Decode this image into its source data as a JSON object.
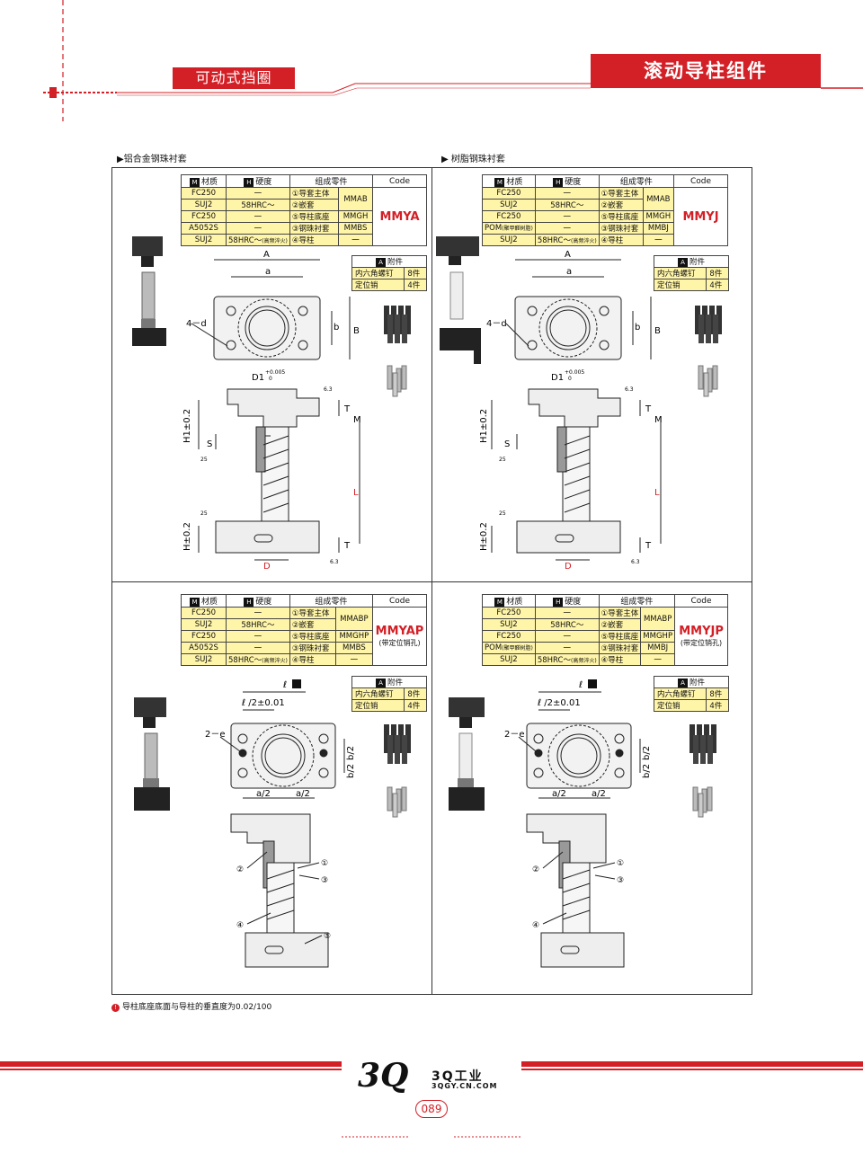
{
  "header": {
    "left_tab": "可动式挡圈",
    "right_title": "滚动导柱组件"
  },
  "sections": {
    "left_caption": "▶铝合金钢珠衬套",
    "right_caption": "▶ 树脂钢珠衬套"
  },
  "table_head": {
    "material": "材质",
    "hardness": "硬度",
    "parts": "组成零件",
    "code": "Code",
    "m": "M",
    "h": "H"
  },
  "panels": {
    "tl": {
      "rows": [
        [
          "FC250",
          "一",
          "①导套主体"
        ],
        [
          "SUJ2",
          "58HRC～",
          "②嵌套"
        ],
        [
          "FC250",
          "一",
          "⑤导柱底座"
        ],
        [
          "A5052S",
          "一",
          "③钢珠衬套"
        ],
        [
          "SUJ2",
          "58HRC～",
          "④导柱"
        ]
      ],
      "hrc_note": "(高频淬火)",
      "codes": [
        "MMAB",
        "MMGH",
        "MMBS",
        "一"
      ],
      "main_code": "MMYA",
      "code_note": ""
    },
    "tr": {
      "rows": [
        [
          "FC250",
          "一",
          "①导套主体"
        ],
        [
          "SUJ2",
          "58HRC～",
          "②嵌套"
        ],
        [
          "FC250",
          "一",
          "⑤导柱底座"
        ],
        [
          "POM",
          "一",
          "③钢珠衬套"
        ],
        [
          "SUJ2",
          "58HRC～",
          "④导柱"
        ]
      ],
      "pom_note": "(聚甲醛树脂)",
      "hrc_note": "(高频淬火)",
      "codes": [
        "MMAB",
        "MMGH",
        "MMBJ",
        "一"
      ],
      "main_code": "MMYJ",
      "code_note": ""
    },
    "bl": {
      "rows": [
        [
          "FC250",
          "一",
          "①导套主体"
        ],
        [
          "SUJ2",
          "58HRC～",
          "②嵌套"
        ],
        [
          "FC250",
          "一",
          "⑤导柱底座"
        ],
        [
          "A5052S",
          "一",
          "③钢珠衬套"
        ],
        [
          "SUJ2",
          "58HRC～",
          "④导柱"
        ]
      ],
      "hrc_note": "(高频淬火)",
      "codes": [
        "MMABP",
        "MMGHP",
        "MMBS",
        "一"
      ],
      "main_code": "MMYAP",
      "code_note": "(带定位销孔)"
    },
    "br": {
      "rows": [
        [
          "FC250",
          "一",
          "①导套主体"
        ],
        [
          "SUJ2",
          "58HRC～",
          "②嵌套"
        ],
        [
          "FC250",
          "一",
          "⑤导柱底座"
        ],
        [
          "POM",
          "一",
          "③钢珠衬套"
        ],
        [
          "SUJ2",
          "58HRC～",
          "④导柱"
        ]
      ],
      "pom_note": "(聚甲醛树脂)",
      "hrc_note": "(高频淬火)",
      "codes": [
        "MMABP",
        "MMGHP",
        "MMBJ",
        "一"
      ],
      "main_code": "MMYJP",
      "code_note": "(带定位销孔)"
    }
  },
  "accessory": {
    "title": "附件",
    "mark": "A",
    "items": [
      {
        "name": "内六角螺钉",
        "qty": "8件"
      },
      {
        "name": "定位销",
        "qty": "4件"
      }
    ]
  },
  "dims": {
    "A": "A",
    "a": "a",
    "B": "B",
    "b": "b",
    "d4": "4－d",
    "D1": "D1",
    "D1_tol_top": "+0.005",
    "D1_tol_bot": "0",
    "H1": "H1±0.2",
    "H": "H±0.2",
    "S": "S",
    "T": "T",
    "M": "M",
    "L": "L",
    "D": "D",
    "r63": "6.3",
    "r25": "25",
    "l": "ℓ",
    "l2": "ℓ /2±0.01",
    "e2": "2－e",
    "b2": "b/2",
    "a2": "a/2",
    "c1": "①",
    "c2": "②",
    "c3": "③",
    "c4": "④",
    "c5": "⑤"
  },
  "note": "导柱底座底面与导柱的垂直度为0.02/100",
  "footer": {
    "brand": "3Q工业",
    "domain": "3QGY.CN.COM",
    "logo": "3Q",
    "page": "089"
  },
  "colors": {
    "accent": "#d31f26",
    "highlight": "#fff5a8"
  }
}
